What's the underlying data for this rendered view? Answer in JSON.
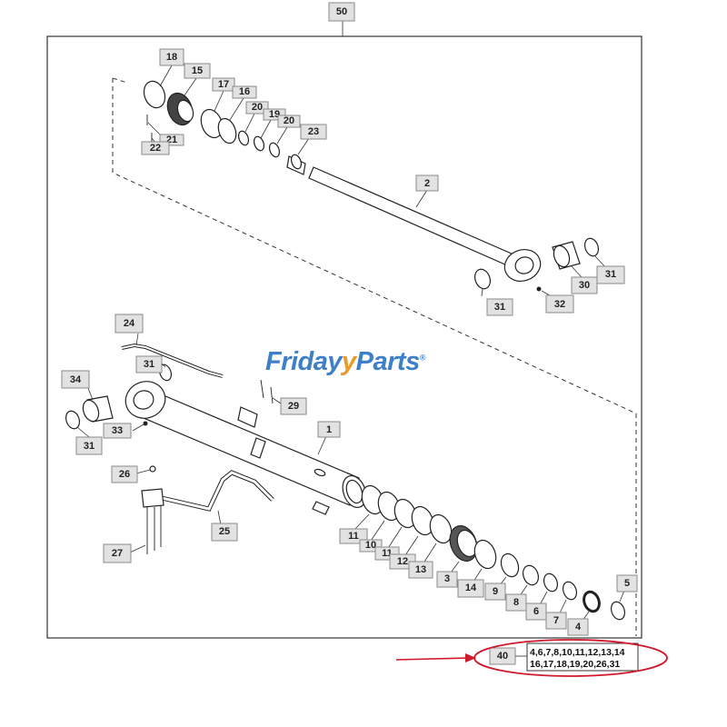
{
  "watermark": {
    "part1": "Friday",
    "part2": "y",
    "part3": "Parts",
    "mark": "®"
  },
  "callouts": {
    "c50": "50",
    "c18": "18",
    "c15": "15",
    "c17": "17",
    "c16": "16",
    "c20a": "20",
    "c19": "19",
    "c20b": "20",
    "c21": "21",
    "c22": "22",
    "c23": "23",
    "c2": "2",
    "c31a": "31",
    "c30": "30",
    "c31b": "31",
    "c32": "32",
    "c24": "24",
    "c31c": "31",
    "c34": "34",
    "c29": "29",
    "c1": "1",
    "c33": "33",
    "c31d": "31",
    "c26": "26",
    "c25": "25",
    "c27": "27",
    "c11a": "11",
    "c10": "10",
    "c11b": "11",
    "c12": "12",
    "c13": "13",
    "c3": "3",
    "c14": "14",
    "c9": "9",
    "c8": "8",
    "c6": "6",
    "c7": "7",
    "c4": "4",
    "c5": "5",
    "c40": "40"
  },
  "kit": {
    "line1": "4,6,7,8,10,11,12,13,14",
    "line2": "16,17,18,19,20,26,31"
  },
  "colors": {
    "highlight": "#d0192b",
    "brand_blue": "#3d7fc8",
    "brand_orange": "#e89a2a"
  }
}
